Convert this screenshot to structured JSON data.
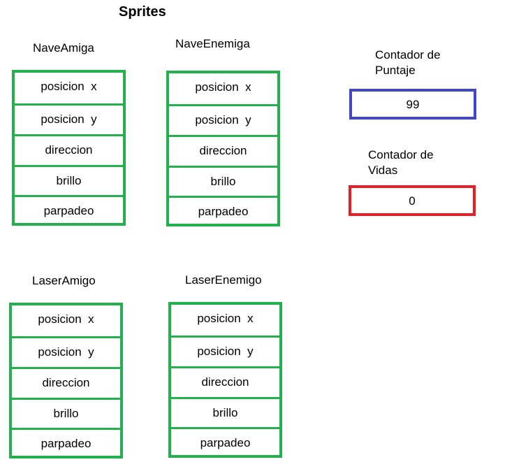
{
  "title": "Sprites",
  "sprites": [
    {
      "name": "NaveAmiga",
      "fields": [
        "posicion  x",
        "posicion  y",
        "direccion",
        "brillo",
        "parpadeo"
      ]
    },
    {
      "name": "NaveEnemiga",
      "fields": [
        "posicion  x",
        "posicion  y",
        "direccion",
        "brillo",
        "parpadeo"
      ]
    },
    {
      "name": "LaserAmigo",
      "fields": [
        "posicion  x",
        "posicion  y",
        "direccion",
        "brillo",
        "parpadeo"
      ]
    },
    {
      "name": "LaserEnemigo",
      "fields": [
        "posicion  x",
        "posicion  y",
        "direccion",
        "brillo",
        "parpadeo"
      ]
    }
  ],
  "counters": {
    "score": {
      "label_line1": "Contador de",
      "label_line2": "Puntaje",
      "value": "99",
      "border_color": "#3f48cc"
    },
    "lives": {
      "label_line1": "Contador de",
      "label_line2": "Vidas",
      "value": "0",
      "border_color": "#ed1c24"
    }
  },
  "colors": {
    "sprite_border": "#22b14c"
  }
}
